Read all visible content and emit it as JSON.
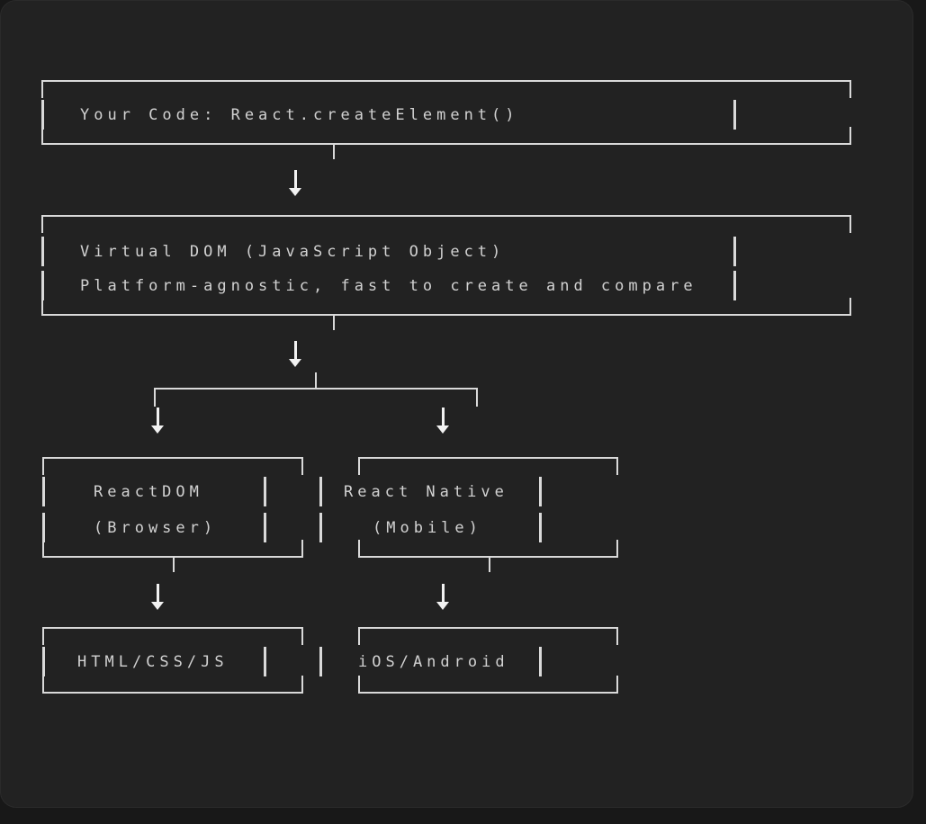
{
  "app": {
    "theme": "dark-terminal",
    "kind": "ascii-flow-diagram"
  },
  "colors": {
    "background": "#181818",
    "panel": "#222222",
    "line": "#d9d9d9",
    "text": "#d2d2d2",
    "arrow": "#f2f2f2"
  },
  "diagram": {
    "nodes": {
      "your_code": {
        "lines": [
          "Your Code: React.createElement()"
        ]
      },
      "virtual_dom": {
        "lines": [
          "Virtual DOM (JavaScript Object)",
          "Platform-agnostic, fast to create and compare"
        ]
      },
      "react_dom": {
        "lines": [
          "ReactDOM",
          "(Browser)"
        ]
      },
      "react_native": {
        "lines": [
          "React Native",
          "(Mobile)"
        ]
      },
      "html_css_js": {
        "lines": [
          "HTML/CSS/JS"
        ]
      },
      "ios_android": {
        "lines": [
          "iOS/Android"
        ]
      }
    },
    "edges": [
      {
        "from": "your_code",
        "to": "virtual_dom"
      },
      {
        "from": "virtual_dom",
        "to": "react_dom"
      },
      {
        "from": "virtual_dom",
        "to": "react_native"
      },
      {
        "from": "react_dom",
        "to": "html_css_js"
      },
      {
        "from": "react_native",
        "to": "ios_android"
      }
    ]
  }
}
